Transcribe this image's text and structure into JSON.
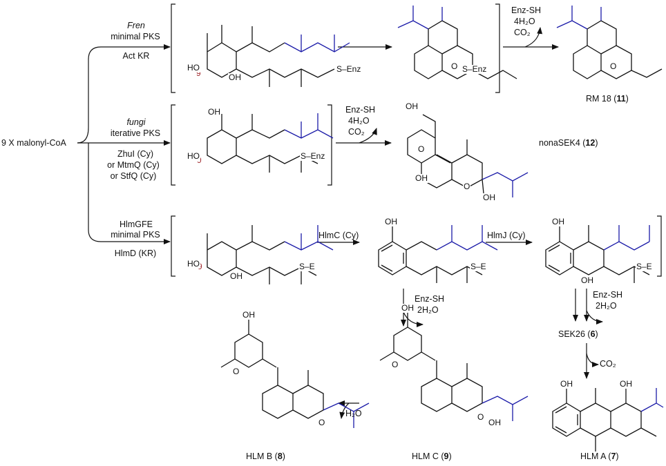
{
  "start": {
    "label": "9 X malonyl-CoA"
  },
  "branches": {
    "top": {
      "enzyme_line1": "Fren",
      "enzyme_line2": "minimal PKS",
      "enzyme_line3": "Act KR",
      "loss_line1": "Enz-SH",
      "loss_line2": "4H₂O",
      "loss_line3": "CO₂",
      "product_name": "RM 18 (",
      "product_num": "11",
      "product_close": ")",
      "locant": "9",
      "thioester": "S–Enz",
      "thioester2": "S–Enz"
    },
    "middle": {
      "enzyme_line1": "fungi",
      "enzyme_line2": "iterative PKS",
      "cyclase_line1": "ZhuI (Cy)",
      "cyclase_line2": "or MtmQ (Cy)",
      "cyclase_line3": "or StfQ (Cy)",
      "loss_line1": "Enz-SH",
      "loss_line2": "4H₂O",
      "loss_line3": "CO₂",
      "product_name": "nonaSEK4 (",
      "product_num": "12",
      "product_close": ")",
      "locant": "9",
      "thioester": "S–Enz"
    },
    "bottom": {
      "enzyme_line1": "HlmGFE",
      "enzyme_line2": "minimal PKS",
      "enzyme_line3": "HlmD (KR)",
      "step1": "HlmC (Cy)",
      "step2": "HlmJ (Cy)",
      "locant": "9",
      "thioester": "S–E",
      "loss_a_line1": "Enz-SH",
      "loss_a_line2": "2H₂O",
      "loss_b_line1": "Enz-SH",
      "loss_b_line2": "2H₂O",
      "sek26": "SEK26 (",
      "sek26_num": "6",
      "sek26_close": ")",
      "co2": "CO₂",
      "h2o": "H₂O"
    }
  },
  "products": {
    "hlm_b": {
      "name": "HLM B (",
      "num": "8",
      "close": ")"
    },
    "hlm_c": {
      "name": "HLM C (",
      "num": "9",
      "close": ")"
    },
    "hlm_a": {
      "name": "HLM A (",
      "num": "7",
      "close": ")"
    }
  },
  "atoms": {
    "O": "O",
    "OH": "OH",
    "HO": "HO"
  },
  "colors": {
    "bond": "#111111",
    "highlight": "#1a1aa8",
    "locant": "#a0282d"
  }
}
